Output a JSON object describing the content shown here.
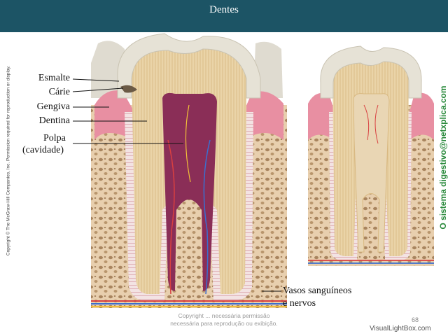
{
  "title": "Dentes",
  "labels": {
    "esmalte": "Esmalte",
    "carie": "Cárie",
    "gengiva": "Gengiva",
    "dentina": "Dentina",
    "polpa_1": "Polpa",
    "polpa_2": "(cavidade)",
    "vasos_1": "Vasos sanguíneos",
    "vasos_2": "e nervos"
  },
  "copyright_vertical": "Copyright © The McGraw-Hill Companies, Inc. Permission required for reproduction or display.",
  "site_vertical": "O sistema digestivo@netxplica.com",
  "watermark_1": "Copyright ... necessária permissão",
  "watermark_2": "necessária para reprodução ou exibição.",
  "page_number": "68",
  "visuallightbox": "VisualLightBox.com",
  "colors": {
    "header": "#1c5465",
    "enamel": "#e6e2d6",
    "dentin": "#e7cfa0",
    "pulp": "#8a2e57",
    "gum": "#e88fa2",
    "bone": "#e4c7a4",
    "site_text": "#2a8a3c"
  }
}
